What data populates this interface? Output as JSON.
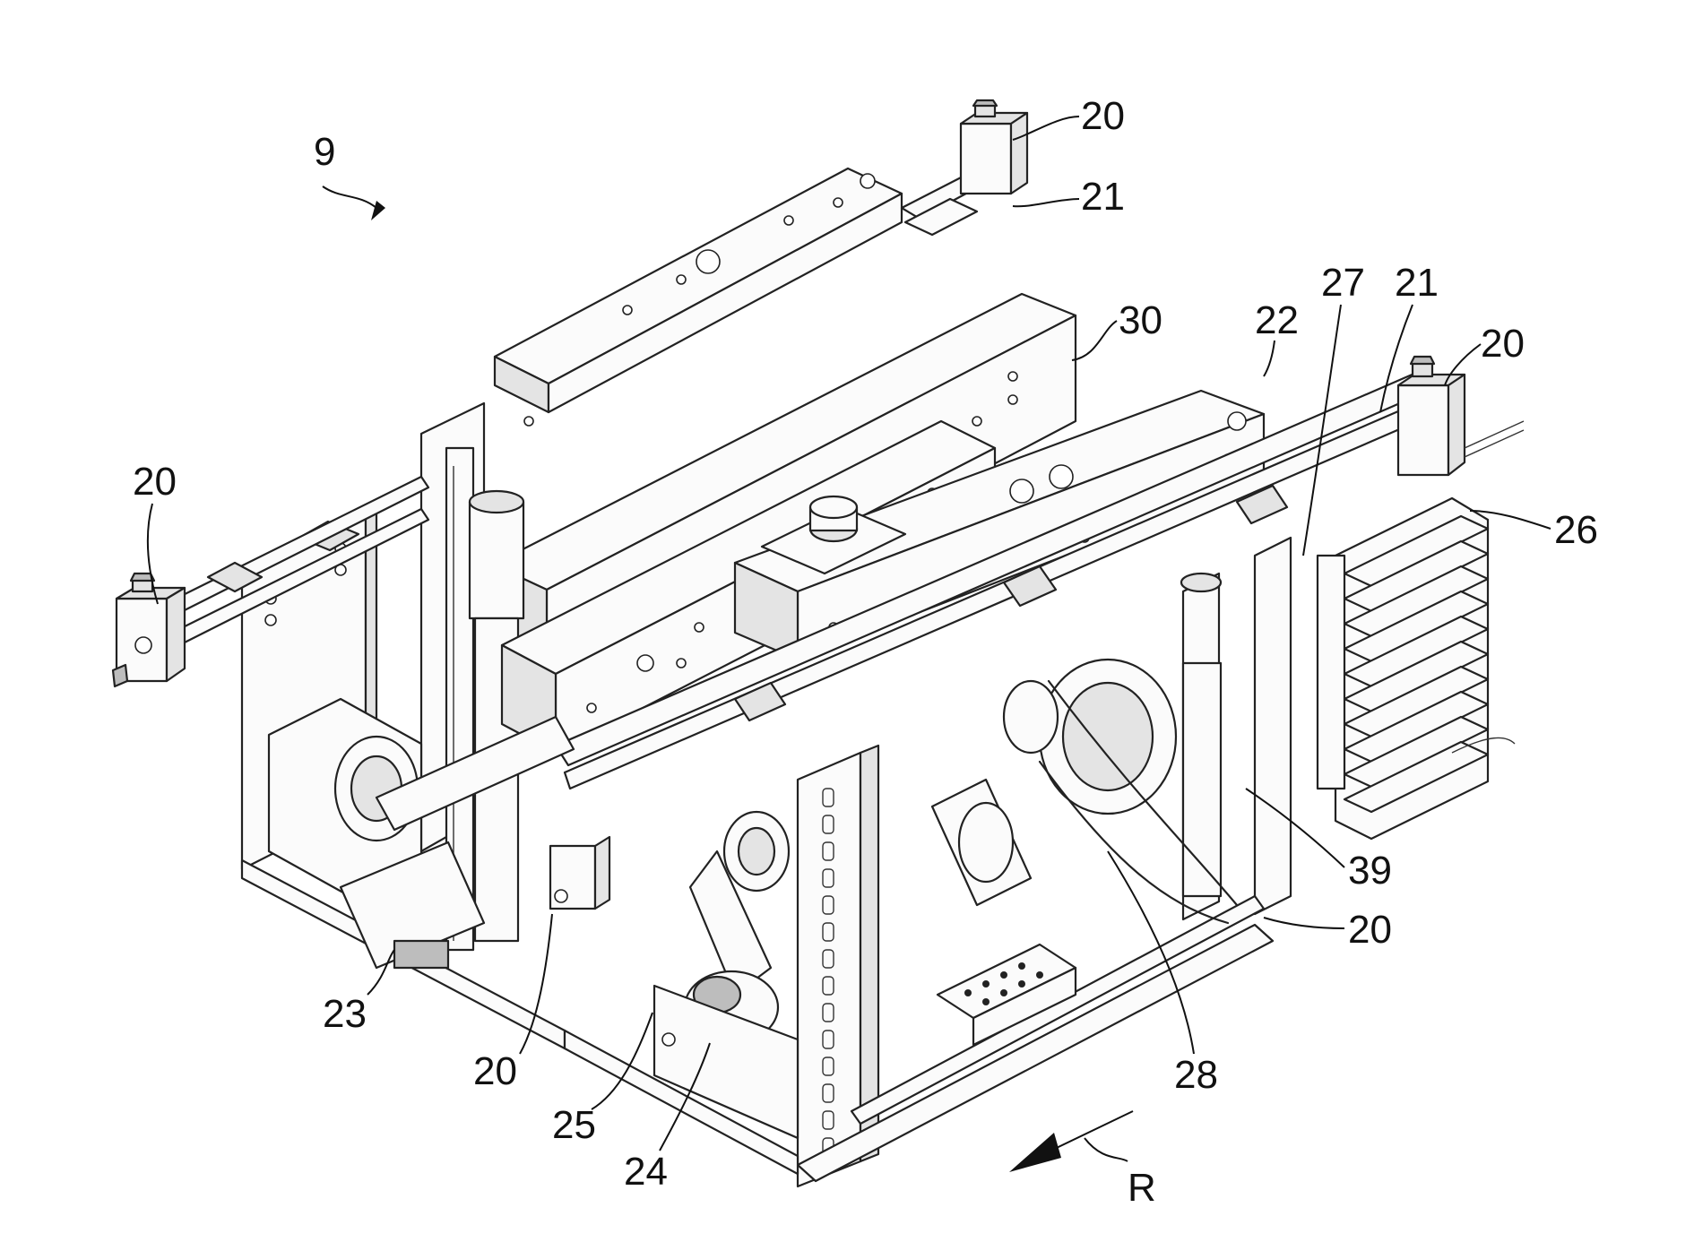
{
  "figure": {
    "reference_numerals": {
      "assembly": "9",
      "end_block_top_right": "20",
      "bar_top_right": "21",
      "end_block_left": "20",
      "housing_front": "30",
      "frame_corner": "22",
      "strip_27": "27",
      "bar_right": "21",
      "end_block_right": "20",
      "connector_block": "26",
      "cable": "39",
      "corner_bottom_right": "20",
      "motor_left": "23",
      "end_block_bottom_left": "20",
      "lever": "25",
      "crank": "24",
      "belt": "28",
      "direction": "R"
    }
  }
}
